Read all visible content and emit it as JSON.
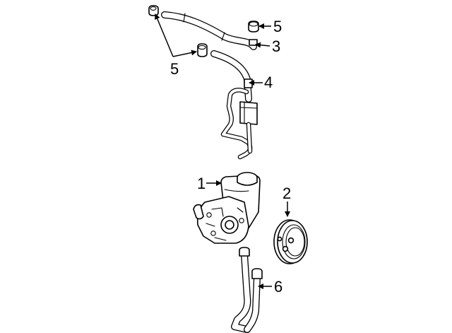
{
  "callouts": [
    {
      "id": "1",
      "label": "1"
    },
    {
      "id": "2",
      "label": "2"
    },
    {
      "id": "3",
      "label": "3"
    },
    {
      "id": "4",
      "label": "4"
    },
    {
      "id": "5a",
      "label": "5"
    },
    {
      "id": "5b",
      "label": "5"
    },
    {
      "id": "6",
      "label": "6"
    }
  ],
  "colors": {
    "ink": "#000000",
    "paper": "#ffffff"
  }
}
